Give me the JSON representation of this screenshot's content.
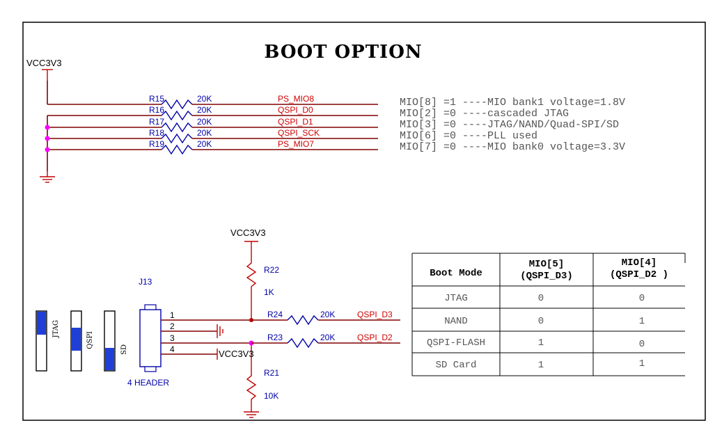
{
  "title": "BOOT OPTION",
  "top_section": {
    "vcc_label": "VCC3V3",
    "resistors": [
      {
        "ref": "R15",
        "value": "20K",
        "net": "PS_MIO8"
      },
      {
        "ref": "R16",
        "value": "20K",
        "net": "QSPI_D0"
      },
      {
        "ref": "R17",
        "value": "20K",
        "net": "QSPI_D1"
      },
      {
        "ref": "R18",
        "value": "20K",
        "net": "QSPI_SCK"
      },
      {
        "ref": "R19",
        "value": "20K",
        "net": "PS_MIO7"
      }
    ],
    "notes": [
      "MIO[8] =1 ----MIO bank1 voltage=1.8V",
      "MIO[2] =0 ----cascaded JTAG",
      "MIO[3] =0 ----JTAG/NAND/Quad-SPI/SD",
      "MIO[6] =0 ----PLL used",
      "MIO[7] =0 ----MIO bank0 voltage=3.3V"
    ]
  },
  "bottom_section": {
    "vcc_top_label": "VCC3V3",
    "vcc_pin4_label": "VCC3V3",
    "header": {
      "ref": "J13",
      "name": "4 HEADER",
      "pins": [
        "1",
        "2",
        "3",
        "4"
      ]
    },
    "r22": {
      "ref": "R22",
      "value": "1K"
    },
    "r21": {
      "ref": "R21",
      "value": "10K"
    },
    "r24": {
      "ref": "R24",
      "value": "20K",
      "net": "QSPI_D3"
    },
    "r23": {
      "ref": "R23",
      "value": "20K",
      "net": "QSPI_D2"
    },
    "jumpers": [
      {
        "label": "JTAG",
        "filled": "top"
      },
      {
        "label": "QSPI",
        "filled": "middle"
      },
      {
        "label": "SD",
        "filled": "bottom"
      }
    ]
  },
  "boot_table": {
    "headers": [
      "Boot Mode",
      "MIO[5]",
      "(QSPI_D3)",
      "MIO[4]",
      "(QSPI_D2 )"
    ],
    "rows": [
      [
        "JTAG",
        "0",
        "0"
      ],
      [
        "NAND",
        "0",
        "1"
      ],
      [
        "QSPI-FLASH",
        "1",
        "0"
      ],
      [
        "SD Card",
        "1",
        "1"
      ]
    ]
  },
  "colors": {
    "resistor": "#0000a8",
    "net_label": "#d00000",
    "wire": "#800000",
    "junction": "#ff00ff",
    "jumper_fill": "#1f3fd6"
  }
}
